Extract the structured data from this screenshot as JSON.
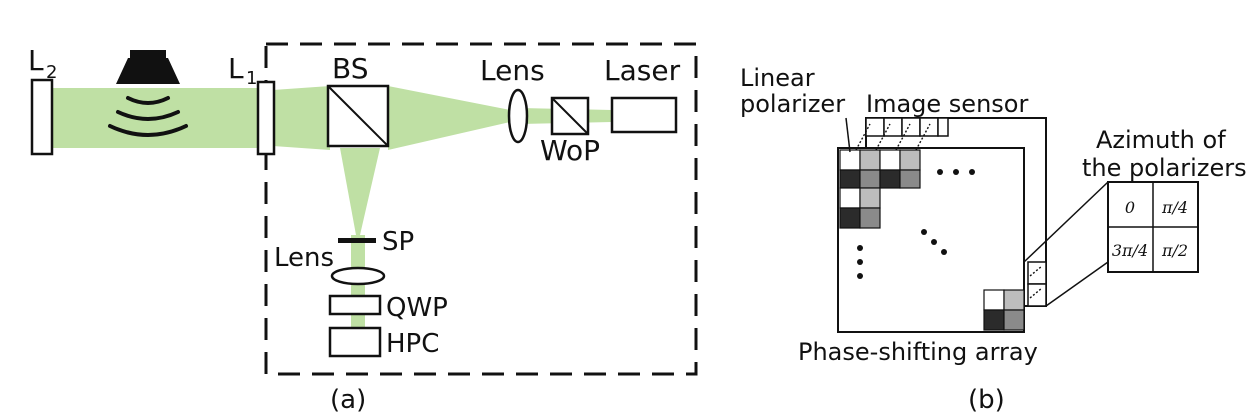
{
  "colors": {
    "beam": "#bfe0a4",
    "ink": "#111111",
    "dark_pixel": "#2b2b2b",
    "mid_pixel": "#8a8a8a",
    "light_pixel": "#bdbdbd",
    "white_pixel": "#ffffff"
  },
  "labels": {
    "L2": "L",
    "L2_sub": "2",
    "L1": "L",
    "L1_sub": "1",
    "BS": "BS",
    "lens_top": "Lens",
    "laser": "Laser",
    "wop": "WoP",
    "sp": "SP",
    "lens_bottom": "Lens",
    "qwp": "QWP",
    "hpc": "HPC",
    "panel_a": "(a)",
    "linear_polarizer_1": "Linear",
    "linear_polarizer_2": "polarizer",
    "image_sensor": "Image sensor",
    "azimuth_1": "Azimuth of",
    "azimuth_2": "the polarizers",
    "phase_array": "Phase-shifting array",
    "panel_b": "(b)"
  },
  "azimuth_table": {
    "cells": [
      "0",
      "π/4",
      "3π/4",
      "π/2"
    ]
  },
  "icons": {
    "speaker": "speaker-icon",
    "sound_waves": "sound-wave-icon",
    "dots": "ellipsis-dots"
  }
}
